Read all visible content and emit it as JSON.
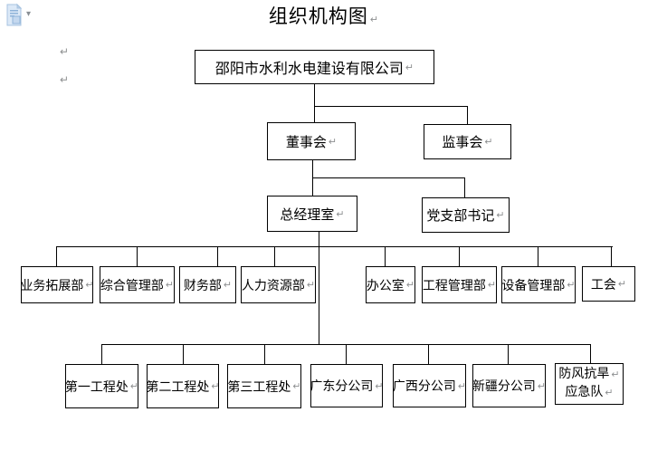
{
  "app": {
    "icons": {
      "paste_options": "document-page-icon",
      "dropdown_arrow": "▾"
    }
  },
  "document": {
    "title": "组织机构图",
    "paragraph_mark": "↵",
    "margin_marks": [
      "↵",
      "↵"
    ]
  },
  "org_chart": {
    "root": {
      "label": "邵阳市水利水电建设有限公司"
    },
    "level2": [
      {
        "label": "董事会"
      },
      {
        "label": "监事会"
      }
    ],
    "level3": [
      {
        "label": "总经理室"
      },
      {
        "label": "党支部书记"
      }
    ],
    "level4": [
      {
        "label": "业务拓展部"
      },
      {
        "label": "综合管理部"
      },
      {
        "label": "财务部"
      },
      {
        "label": "人力资源部"
      },
      {
        "label": "办公室"
      },
      {
        "label": "工程管理部"
      },
      {
        "label": "设备管理部"
      },
      {
        "label": "工会"
      }
    ],
    "level5": [
      {
        "label": "第一工程处"
      },
      {
        "label": "第二工程处"
      },
      {
        "label": "第三工程处"
      },
      {
        "label": "广东分公司"
      },
      {
        "label": "广西分公司"
      },
      {
        "label": "新疆分公司"
      },
      {
        "label": "防风抗旱",
        "label2": "应急队"
      }
    ]
  }
}
